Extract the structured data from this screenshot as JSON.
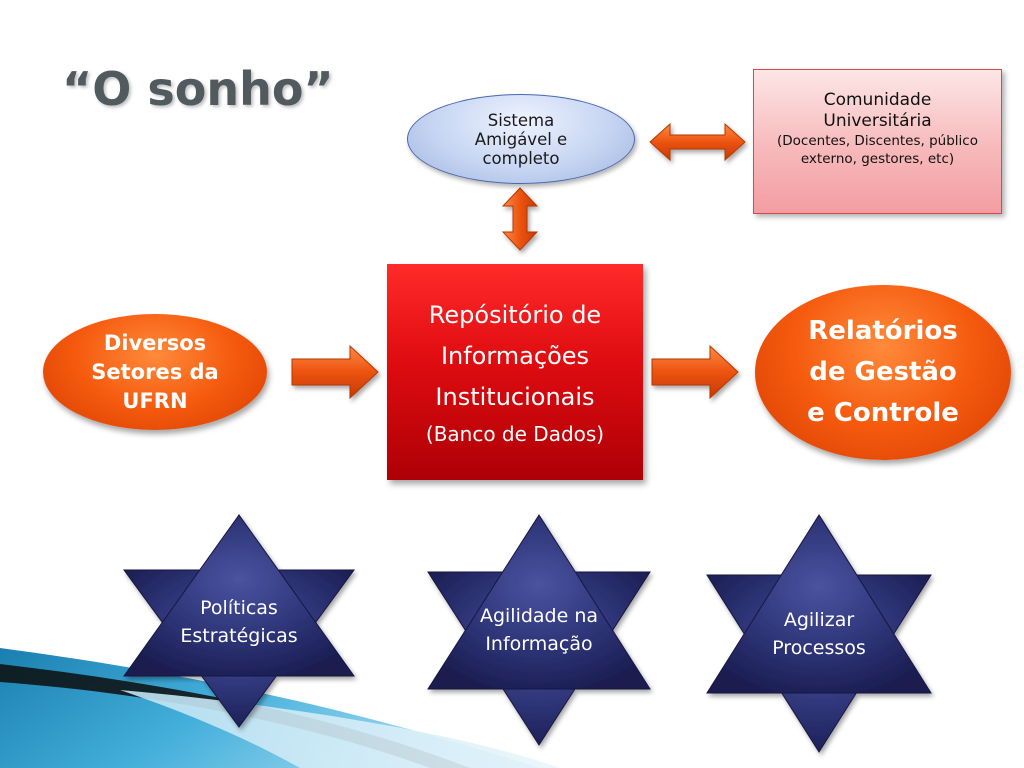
{
  "slide": {
    "title": "“O sonho”"
  },
  "nodes": {
    "sistema": {
      "lines": [
        "Sistema",
        "Amigável e",
        "completo"
      ]
    },
    "comunidade": {
      "line1": "Comunidade",
      "line2": "Universitária",
      "detail": "(Docentes, Discentes, público externo, gestores, etc)"
    },
    "repositorio": {
      "lines": [
        "Repósitório de",
        "Informações",
        "Institucionais"
      ],
      "subtitle": "(Banco de Dados)"
    },
    "diversos": {
      "lines": [
        "Diversos",
        "Setores da",
        "UFRN"
      ]
    },
    "relatorios": {
      "lines": [
        "Relatórios",
        "de Gestão",
        "e Controle"
      ]
    }
  },
  "stars": [
    {
      "lines": [
        "Políticas",
        "Estratégicas"
      ]
    },
    {
      "lines": [
        "Agilidade na",
        "Informação"
      ]
    },
    {
      "lines": [
        "Agilizar",
        "Processos"
      ]
    }
  ],
  "colors": {
    "arrow": "#e8500c",
    "star": "#2a2f6e",
    "repository": "#df0c10",
    "orange_node": "#f55a0e",
    "blue_node": "#c6d5f2",
    "pink_node": "#f7b9bb"
  },
  "edges": [
    {
      "from": "sistema",
      "to": "comunidade",
      "direction": "both"
    },
    {
      "from": "sistema",
      "to": "repositorio",
      "direction": "both"
    },
    {
      "from": "diversos",
      "to": "repositorio",
      "direction": "forward"
    },
    {
      "from": "repositorio",
      "to": "relatorios",
      "direction": "forward"
    }
  ]
}
